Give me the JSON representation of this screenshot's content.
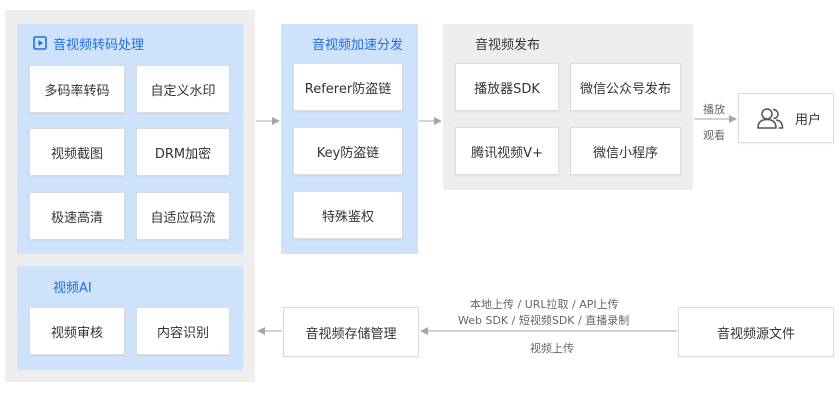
{
  "colors": {
    "accent": "#1f6fe0",
    "panel_blue": "#cfe2fb",
    "panel_gray": "#eeeeee",
    "arrow": "#a6a6a6"
  },
  "transcode": {
    "icon": "play-icon",
    "title": "音视频转码处理",
    "items": [
      "多码率转码",
      "自定义水印",
      "视频截图",
      "DRM加密",
      "极速高清",
      "自适应码流"
    ]
  },
  "ai": {
    "title": "视频AI",
    "items": [
      "视频审核",
      "内容识别"
    ]
  },
  "accel": {
    "title": "音视频加速分发",
    "items": [
      "Referer防盗链",
      "Key防盗链",
      "特殊鉴权"
    ]
  },
  "publish": {
    "title": "音视频发布",
    "items": [
      "播放器SDK",
      "微信公众号发布",
      "腾讯视频V+",
      "微信小程序"
    ]
  },
  "user": {
    "icon": "users-icon",
    "label": "用户"
  },
  "play_labels": [
    "播放",
    "观看"
  ],
  "storage": {
    "label": "音视频存储管理"
  },
  "source": {
    "label": "音视频源文件"
  },
  "upload_labels": [
    "本地上传 / URL拉取 / API上传",
    "Web SDK / 短视频SDK / 直播录制"
  ],
  "upload_caption": "视频上传"
}
